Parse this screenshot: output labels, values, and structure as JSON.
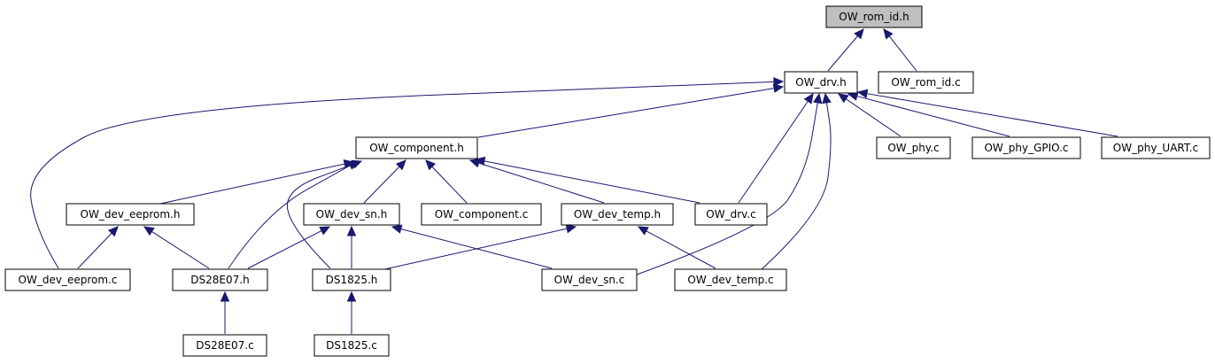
{
  "colors": {
    "edge": "#191970",
    "root_fill": "#bfbfbf",
    "node_fill": "#ffffff",
    "border": "#000000"
  },
  "nodes": {
    "rom_id_h": "OW_rom_id.h",
    "drv_h": "OW_drv.h",
    "rom_id_c": "OW_rom_id.c",
    "component_h": "OW_component.h",
    "phy_c": "OW_phy.c",
    "phy_gpio_c": "OW_phy_GPIO.c",
    "phy_uart_c": "OW_phy_UART.c",
    "dev_eeprom_h": "OW_dev_eeprom.h",
    "dev_sn_h": "OW_dev_sn.h",
    "component_c": "OW_component.c",
    "dev_temp_h": "OW_dev_temp.h",
    "drv_c": "OW_drv.c",
    "dev_eeprom_c": "OW_dev_eeprom.c",
    "ds28e07_h": "DS28E07.h",
    "ds1825_h": "DS1825.h",
    "dev_sn_c": "OW_dev_sn.c",
    "dev_temp_c": "OW_dev_temp.c",
    "ds28e07_c": "DS28E07.c",
    "ds1825_c": "DS1825.c"
  },
  "edges": [
    {
      "from": "drv_h",
      "to": "rom_id_h"
    },
    {
      "from": "rom_id_c",
      "to": "rom_id_h"
    },
    {
      "from": "component_h",
      "to": "drv_h"
    },
    {
      "from": "dev_eeprom_c",
      "to": "drv_h"
    },
    {
      "from": "drv_c",
      "to": "drv_h"
    },
    {
      "from": "dev_sn_c",
      "to": "drv_h"
    },
    {
      "from": "dev_temp_c",
      "to": "drv_h"
    },
    {
      "from": "phy_c",
      "to": "drv_h"
    },
    {
      "from": "phy_gpio_c",
      "to": "drv_h"
    },
    {
      "from": "phy_uart_c",
      "to": "drv_h"
    },
    {
      "from": "dev_eeprom_h",
      "to": "component_h"
    },
    {
      "from": "ds28e07_h",
      "to": "component_h"
    },
    {
      "from": "ds1825_h",
      "to": "component_h"
    },
    {
      "from": "dev_sn_h",
      "to": "component_h"
    },
    {
      "from": "component_c",
      "to": "component_h"
    },
    {
      "from": "dev_temp_h",
      "to": "component_h"
    },
    {
      "from": "drv_c",
      "to": "component_h"
    },
    {
      "from": "dev_eeprom_c",
      "to": "dev_eeprom_h"
    },
    {
      "from": "ds28e07_h",
      "to": "dev_eeprom_h"
    },
    {
      "from": "ds28e07_h",
      "to": "dev_sn_h"
    },
    {
      "from": "ds1825_h",
      "to": "dev_sn_h"
    },
    {
      "from": "dev_sn_c",
      "to": "dev_sn_h"
    },
    {
      "from": "ds1825_h",
      "to": "dev_temp_h"
    },
    {
      "from": "dev_temp_c",
      "to": "dev_temp_h"
    },
    {
      "from": "ds28e07_c",
      "to": "ds28e07_h"
    },
    {
      "from": "ds1825_c",
      "to": "ds1825_h"
    }
  ]
}
